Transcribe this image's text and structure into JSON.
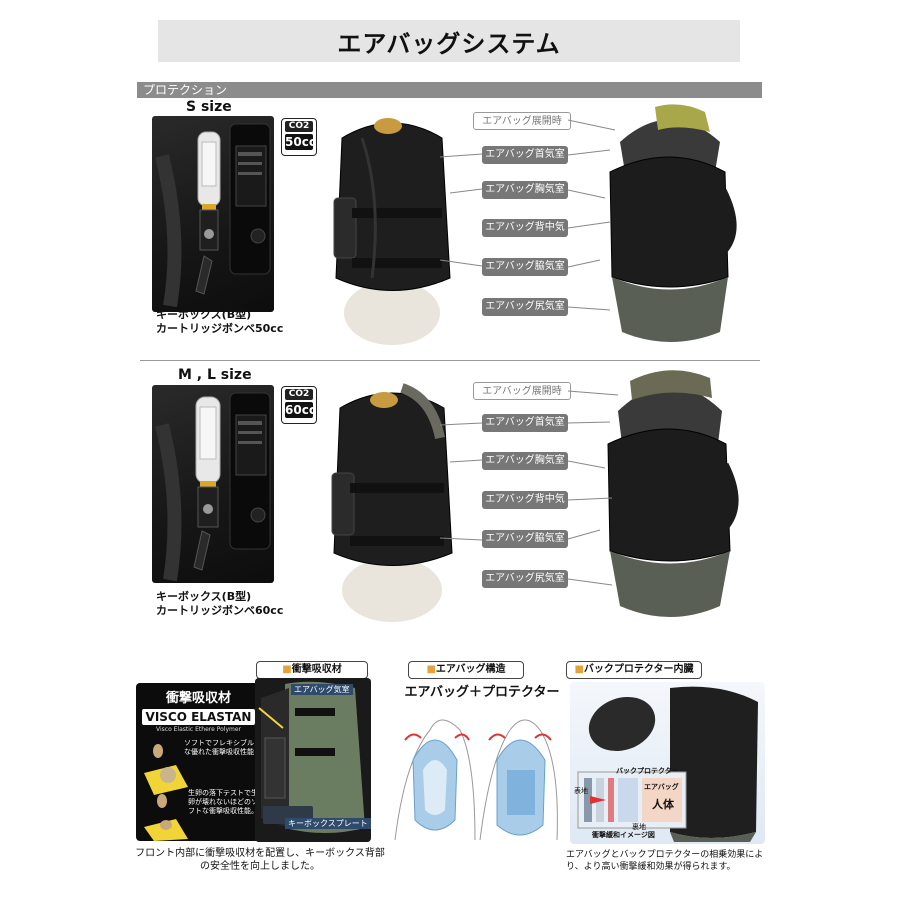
{
  "title": "エアバッグシステム",
  "section_label": "プロテクション",
  "s_block": {
    "size_label": "S size",
    "co2_badge": {
      "top": "CO2",
      "value": "50cc"
    },
    "caption_line1": "キーボックス(B型)",
    "caption_line2": "カートリッジボンベ50cc"
  },
  "ml_block": {
    "size_label": "M , L size",
    "co2_badge": {
      "top": "CO2",
      "value": "60cc"
    },
    "caption_line1": "キーボックス(B型)",
    "caption_line2": "カートリッジボンベ60cc"
  },
  "labels": {
    "deployed": "エアバッグ展開時",
    "neck": "エアバッグ首気室",
    "chest": "エアバッグ胸気室",
    "back": "エアバッグ背中気室",
    "side": "エアバッグ脇気室",
    "hip": "エアバッグ尻気室"
  },
  "bottom": {
    "visco_heading": "衝撃吸収材",
    "visco_logo": "VISCO ELASTAN",
    "visco_sub": "Visco Elastic Ethere Polymer",
    "visco_text1": "ソフトでフレキシブルな優れた衝撃吸収性能",
    "visco_text2": "生卵の落下テストで生卵が壊れないほどのソフトな衝撃吸収性能。",
    "tag_absorb": "衝撃吸収材",
    "inner_label_top": "エアバッグ気室",
    "inner_label_bottom": "キーボックスプレート",
    "caption_left": "フロント内部に衝撃吸収材を配置し、キーボックス背部の安全性を向上しました。",
    "tag_structure": "エアバッグ構造",
    "structure_heading": "エアバッグ＋プロテクター",
    "tag_protector": "バックプロテクター内臓",
    "diag_protector": "バックプロテクター",
    "diag_airbag": "エアバッグ",
    "diag_body": "人体",
    "diag_surface": "表地",
    "diag_lining": "裏地",
    "diag_caption": "衝撃緩和イメージ図",
    "caption_right": "エアバッグとバックプロテクターの相乗効果により、より高い衝撃緩和効果が得られます。"
  }
}
